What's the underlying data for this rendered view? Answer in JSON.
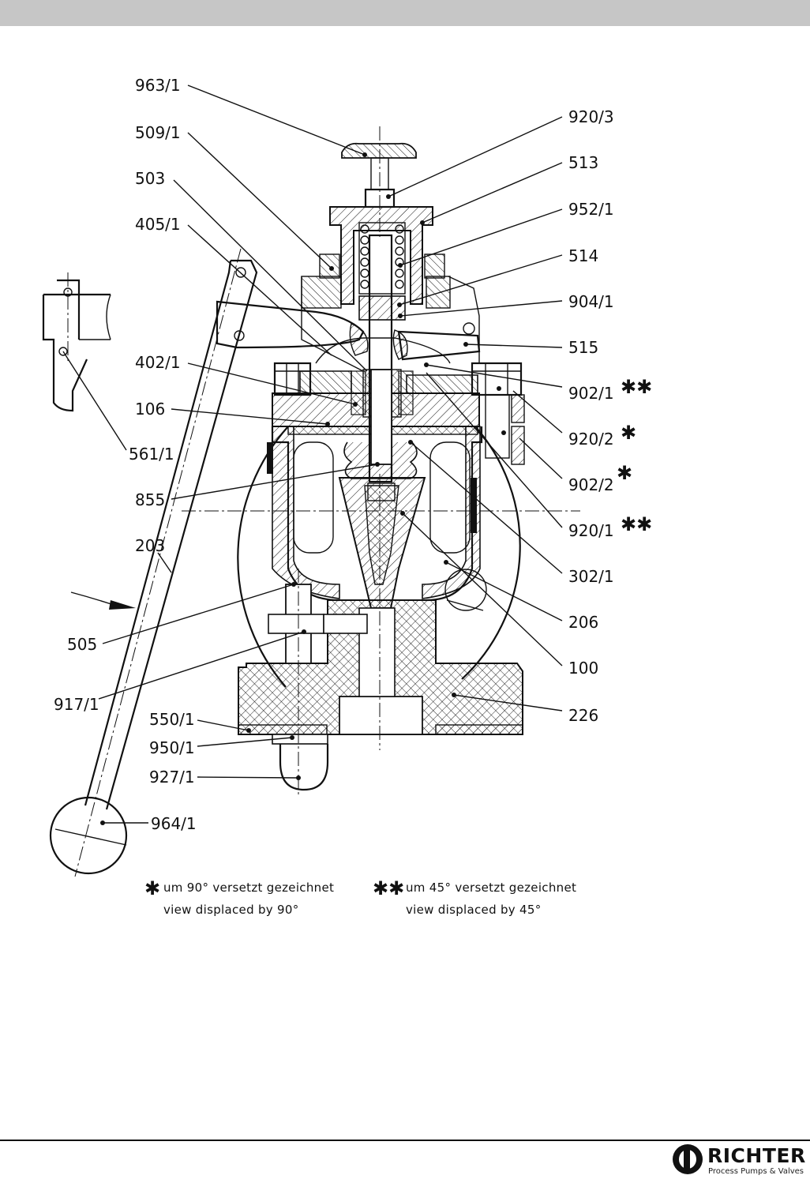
{
  "labels": {
    "l963_1": "963/1",
    "l509_1": "509/1",
    "l503": "503",
    "l405_1": "405/1",
    "l402_1": "402/1",
    "l106": "106",
    "l561_1": "561/1",
    "l855": "855",
    "l203": "203",
    "l505": "505",
    "l917_1": "917/1",
    "l550_1": "550/1",
    "l950_1": "950/1",
    "l927_1": "927/1",
    "l964_1": "964/1",
    "l920_3": "920/3",
    "l513": "513",
    "l952_1": "952/1",
    "l514": "514",
    "l904_1": "904/1",
    "l515": "515",
    "l902_1": "902/1",
    "l920_2": "920/2",
    "l902_2": "902/2",
    "l920_1": "920/1",
    "l302_1": "302/1",
    "l206": "206",
    "l100": "100",
    "l226": "226"
  },
  "marks": {
    "single": "✱",
    "double": "✱✱"
  },
  "notes": {
    "note1_de": "um 90° versetzt gezeichnet",
    "note1_en": "view displaced by 90°",
    "note2_de": "um 45° versetzt gezeichnet",
    "note2_en": "view displaced by 45°"
  },
  "logo": {
    "name": "RICHTER",
    "tagline": "Process Pumps & Valves"
  }
}
